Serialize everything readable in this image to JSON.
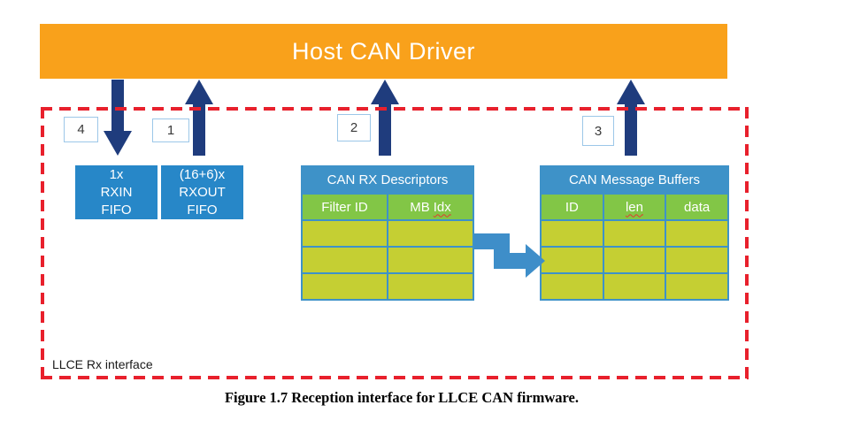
{
  "diagram": {
    "host_bar_label": "Host CAN Driver",
    "steps": {
      "s1": "1",
      "s2": "2",
      "s3": "3",
      "s4": "4"
    },
    "rxin_fifo": {
      "line1": "1x",
      "line2": "RXIN",
      "line3": "FIFO"
    },
    "rxout_fifo": {
      "line1": "(16+6)x",
      "line2": "RXOUT",
      "line3": "FIFO"
    },
    "descriptors_table": {
      "title": "CAN RX Descriptors",
      "col_filter_id": "Filter ID",
      "col_mb_prefix": "MB",
      "col_mb_word": "Idx"
    },
    "buffers_table": {
      "title": "CAN Message Buffers",
      "col_id": "ID",
      "col_len": "len",
      "col_data": "data"
    },
    "frame_label": "LLCE Rx interface"
  },
  "caption": "Figure 1.7 Reception interface for LLCE CAN firmware.",
  "colors": {
    "host_bar_orange": "#F9A11B",
    "arrow_navy": "#1F3C7D",
    "fifo_blue": "#2787C8",
    "table_header_blue": "#3E92C8",
    "column_green": "#82C646",
    "cell_yellow_green": "#C5CF33",
    "frame_red": "#E8202C",
    "elbow_arrow_blue": "#3E8EC9",
    "step_box_border": "#9CC7E8"
  }
}
